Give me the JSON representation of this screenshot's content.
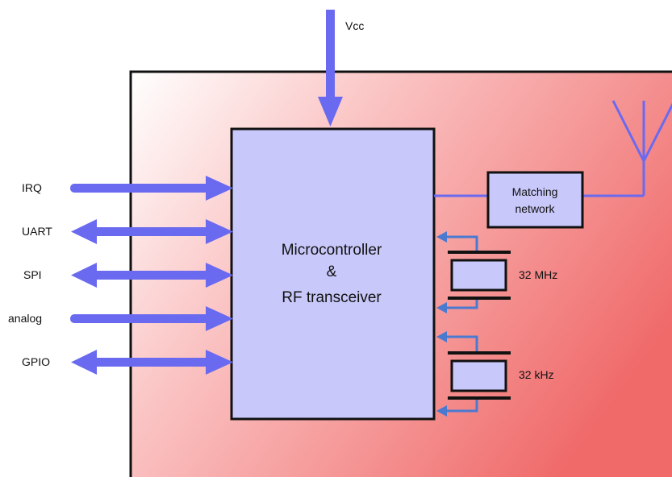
{
  "diagram": {
    "supply_label": "Vcc",
    "chip": {
      "line1": "Microcontroller",
      "line2": "&",
      "line3": "RF transceiver"
    },
    "matching": {
      "line1": "Matching",
      "line2": "network"
    },
    "crystals": [
      {
        "label": "32 MHz"
      },
      {
        "label": "32 kHz"
      }
    ],
    "signals": [
      {
        "label": "IRQ",
        "direction": "input"
      },
      {
        "label": "UART",
        "direction": "bidirectional"
      },
      {
        "label": "SPI",
        "direction": "bidirectional"
      },
      {
        "label": "analog",
        "direction": "input"
      },
      {
        "label": "GPIO",
        "direction": "bidirectional"
      }
    ],
    "colors": {
      "board_gradient_start": "#ffffff",
      "board_gradient_end": "#f06a6a",
      "block_fill": "#c8c8fa",
      "arrow": "#6a6af0",
      "outline": "#111111"
    }
  }
}
